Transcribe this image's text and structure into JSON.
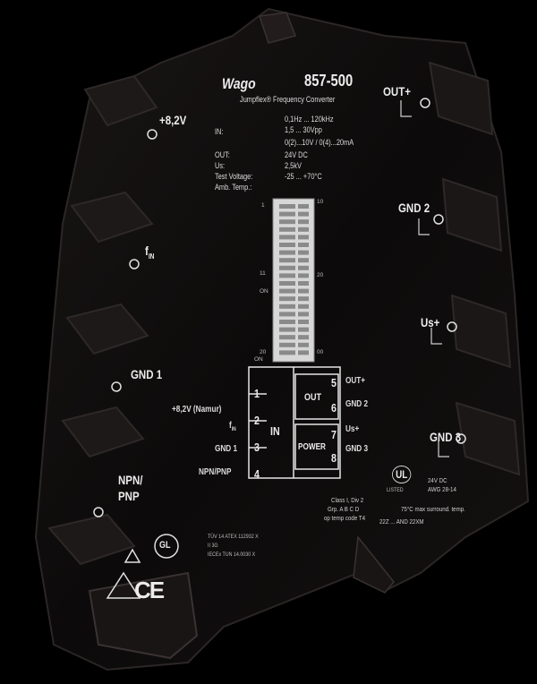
{
  "brand": "Wago",
  "model": "857-500",
  "subtitle": "Jumpflex® Frequency Converter",
  "left_terminals": {
    "plus_8v2": "+8,2V",
    "f_in": "f",
    "f_in_sub": "IN",
    "gnd1": "GND 1",
    "npn": "NPN/",
    "pnp": "PNP"
  },
  "right_terminals": {
    "out_plus": "OUT+",
    "gnd2": "GND 2",
    "us_plus": "Us+",
    "gnd3": "GND 3"
  },
  "specs": {
    "in_label": "IN:",
    "in_values": [
      "0,1Hz ... 120kHz",
      "1,5 ... 30Vpp"
    ],
    "out_values": [
      "0(2)...10V / 0(4)...20mA"
    ],
    "rows": [
      {
        "label": "OUT:",
        "value": "24V DC"
      },
      {
        "label": "Us:",
        "value": "2,5kV"
      },
      {
        "label": "Test Voltage:",
        "value": "-25 ... +70°C"
      },
      {
        "label": "Amb. Temp.:",
        "value": ""
      }
    ]
  },
  "dip": {
    "marks": [
      "1",
      "10",
      "11",
      "20",
      "20",
      "00",
      "ON",
      "ON"
    ]
  },
  "wiring": {
    "left_labels": [
      "+8,2V (Namur)",
      "f",
      "GND 1",
      "NPN/PNP"
    ],
    "f_sub": "IN",
    "left_nums": [
      "1",
      "2",
      "3",
      "4"
    ],
    "in_box": "IN",
    "out_box": "OUT",
    "power_box": "POWER",
    "right_nums": [
      "5",
      "6",
      "7",
      "8"
    ],
    "right_labels": [
      "OUT+",
      "GND 2",
      "Us+",
      "GND 3"
    ]
  },
  "cert": {
    "lines": [
      "Class I, Div 2",
      "Grp. A B C D",
      "op temp code T4"
    ],
    "ul": "UL",
    "listed": "LISTED",
    "ratings": [
      "24V DC",
      "AWG 28-14",
      "75°C max surround. temp."
    ],
    "zone": "22Z ... AND 22XM",
    "atex": [
      "TÜV 14 ATEX 112932 X",
      "II 3G",
      "IECEx TUN 14.0030 X"
    ],
    "gl": "GL",
    "ce": "CE"
  }
}
